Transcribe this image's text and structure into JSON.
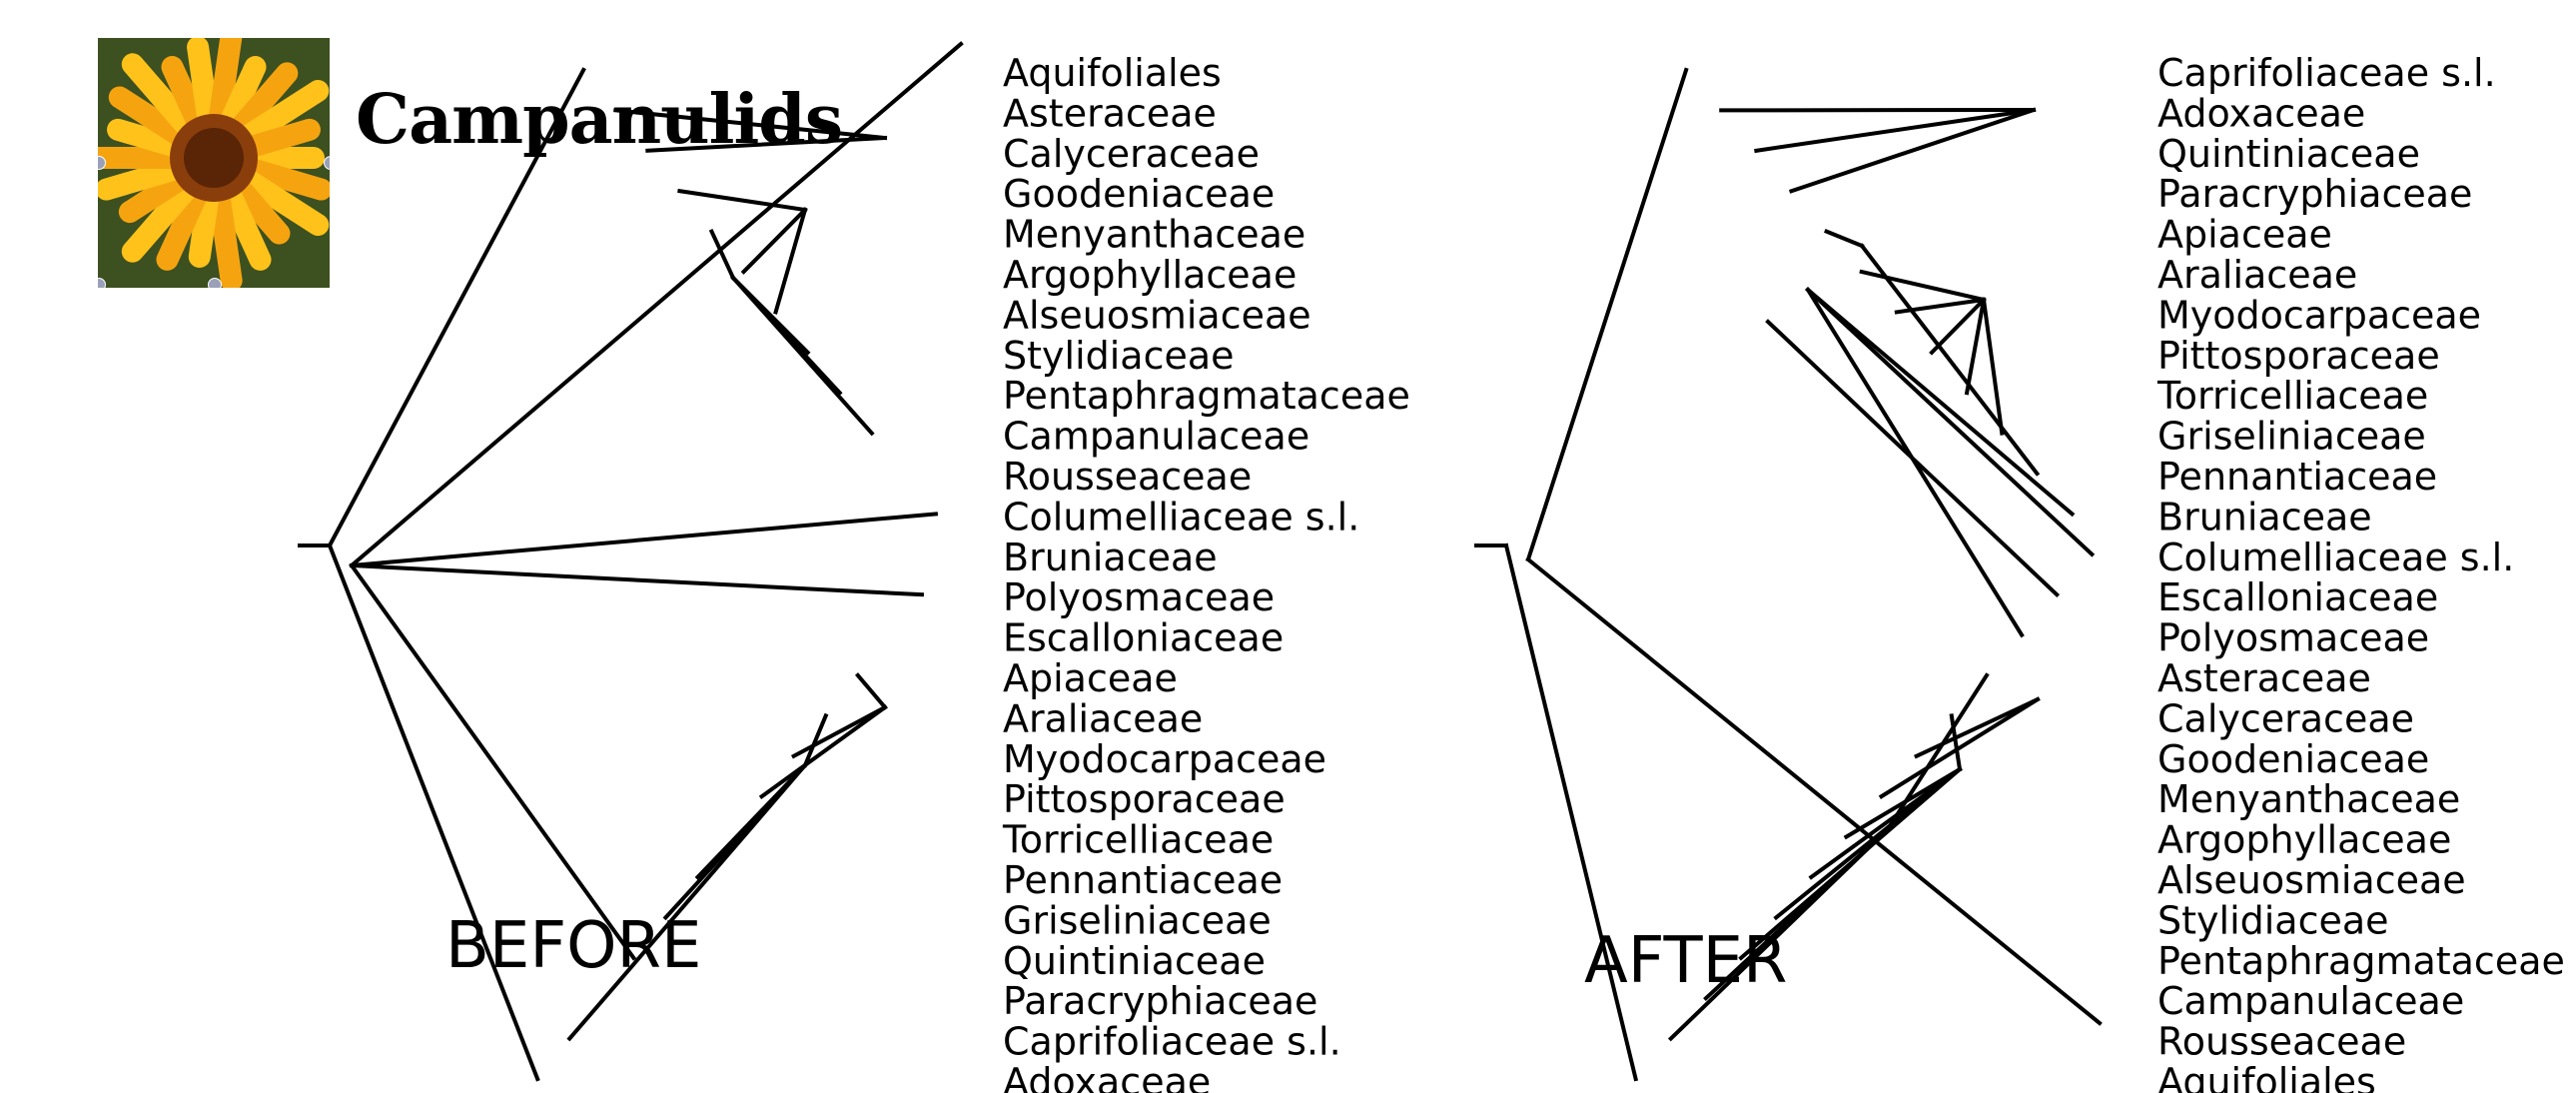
{
  "heading": "Campanulids",
  "photo_icon": "sunflower-photo-icon",
  "before": {
    "label": "BEFORE",
    "taxa": [
      "Aquifoliales",
      "Asteraceae",
      "Calyceraceae",
      "Goodeniaceae",
      "Menyanthaceae",
      "Argophyllaceae",
      "Alseuosmiaceae",
      "Stylidiaceae",
      "Pentaphragmataceae",
      "Campanulaceae",
      "Rousseaceae",
      "Columelliaceae s.l.",
      "Bruniaceae",
      "Polyosmaceae",
      "Escalloniaceae",
      "Apiaceae",
      "Araliaceae",
      "Myodocarpaceae",
      "Pittosporaceae",
      "Torricelliaceae",
      "Pennantiaceae",
      "Griseliniaceae",
      "Quintiniaceae",
      "Paracryphiaceae",
      "Caprifoliaceae s.l.",
      "Adoxaceae"
    ]
  },
  "after": {
    "label": "AFTER",
    "taxa": [
      "Caprifoliaceae s.l.",
      "Adoxaceae",
      "Quintiniaceae",
      "Paracryphiaceae",
      "Apiaceae",
      "Araliaceae",
      "Myodocarpaceae",
      "Pittosporaceae",
      "Torricelliaceae",
      "Griseliniaceae",
      "Pennantiaceae",
      "Bruniaceae",
      "Columelliaceae s.l.",
      "Escalloniaceae",
      "Polyosmaceae",
      "Asteraceae",
      "Calyceraceae",
      "Goodeniaceae",
      "Menyanthaceae",
      "Argophyllaceae",
      "Alseuosmiaceae",
      "Stylidiaceae",
      "Pentaphragmataceae",
      "Campanulaceae",
      "Rousseaceae",
      "Aquifoliales"
    ]
  }
}
